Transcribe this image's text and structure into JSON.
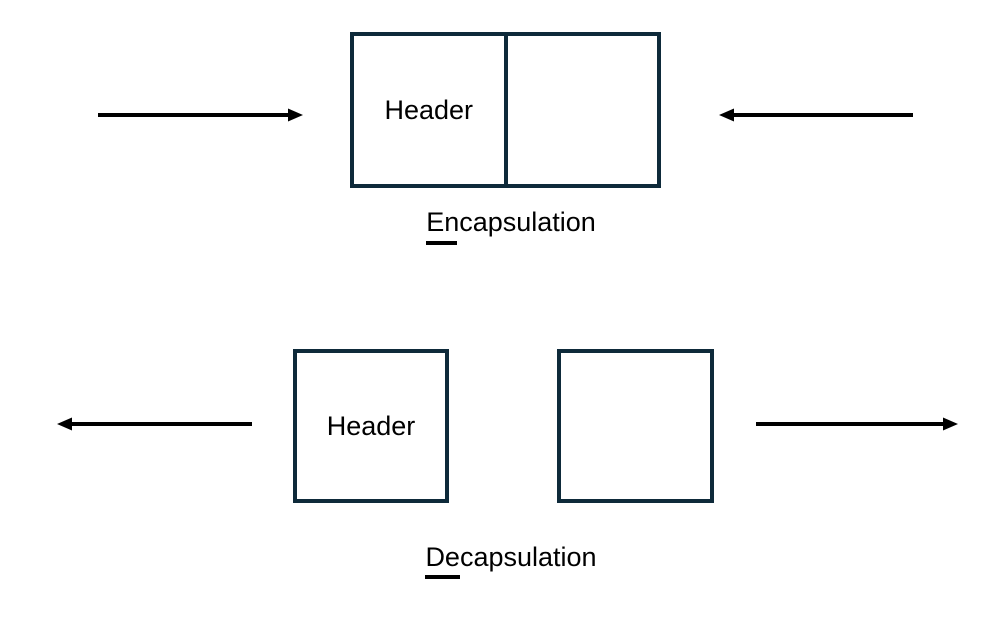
{
  "theme": {
    "background": "#ffffff",
    "box-border": "#0e2a3a",
    "arrow-color": "#000000",
    "text-color": "#000000",
    "underline-color": "#000000"
  },
  "encapsulation": {
    "label": "Encapsulation",
    "header_label": "Header"
  },
  "decapsulation": {
    "label": "Decapsulation",
    "header_label": "Header"
  }
}
